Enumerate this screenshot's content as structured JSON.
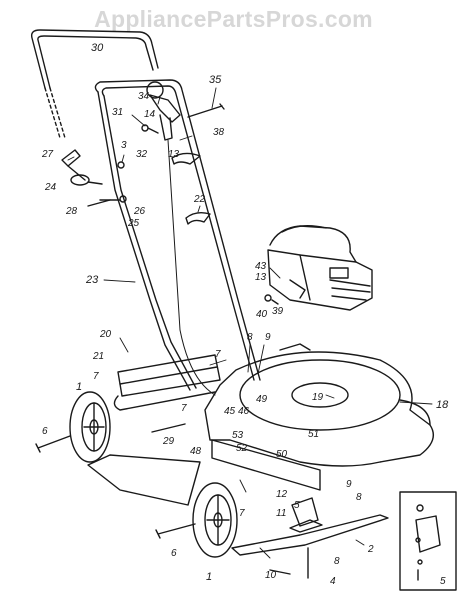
{
  "watermark": "AppliancePartsPros.com",
  "inset_label": "5",
  "labels": [
    {
      "id": "30",
      "text": "30"
    },
    {
      "id": "35",
      "text": "35"
    },
    {
      "id": "34",
      "text": "34"
    },
    {
      "id": "14",
      "text": "14"
    },
    {
      "id": "31",
      "text": "31"
    },
    {
      "id": "13a",
      "text": "13"
    },
    {
      "id": "32",
      "text": "32"
    },
    {
      "id": "38",
      "text": "38"
    },
    {
      "id": "3",
      "text": "3"
    },
    {
      "id": "27",
      "text": "27"
    },
    {
      "id": "24",
      "text": "24"
    },
    {
      "id": "22",
      "text": "22"
    },
    {
      "id": "26",
      "text": "26"
    },
    {
      "id": "28",
      "text": "28"
    },
    {
      "id": "25",
      "text": "25"
    },
    {
      "id": "23",
      "text": "23"
    },
    {
      "id": "43",
      "text": "43"
    },
    {
      "id": "13b",
      "text": "13"
    },
    {
      "id": "40",
      "text": "40"
    },
    {
      "id": "39",
      "text": "39"
    },
    {
      "id": "20",
      "text": "20"
    },
    {
      "id": "21",
      "text": "21"
    },
    {
      "id": "7a",
      "text": "7"
    },
    {
      "id": "8a",
      "text": "8"
    },
    {
      "id": "9a",
      "text": "9"
    },
    {
      "id": "1a",
      "text": "1"
    },
    {
      "id": "7b",
      "text": "7"
    },
    {
      "id": "7c",
      "text": "7"
    },
    {
      "id": "45",
      "text": "45"
    },
    {
      "id": "46",
      "text": "46"
    },
    {
      "id": "49",
      "text": "49"
    },
    {
      "id": "19",
      "text": "19"
    },
    {
      "id": "18",
      "text": "18"
    },
    {
      "id": "6a",
      "text": "6"
    },
    {
      "id": "29",
      "text": "29"
    },
    {
      "id": "53",
      "text": "53"
    },
    {
      "id": "52",
      "text": "52"
    },
    {
      "id": "51",
      "text": "51"
    },
    {
      "id": "50",
      "text": "50"
    },
    {
      "id": "48",
      "text": "48"
    },
    {
      "id": "12",
      "text": "12"
    },
    {
      "id": "9b",
      "text": "9"
    },
    {
      "id": "8b",
      "text": "8"
    },
    {
      "id": "11",
      "text": "11"
    },
    {
      "id": "5",
      "text": "5"
    },
    {
      "id": "7d",
      "text": "7"
    },
    {
      "id": "6b",
      "text": "6"
    },
    {
      "id": "2",
      "text": "2"
    },
    {
      "id": "8c",
      "text": "8"
    },
    {
      "id": "1b",
      "text": "1"
    },
    {
      "id": "10",
      "text": "10"
    },
    {
      "id": "4",
      "text": "4"
    }
  ]
}
